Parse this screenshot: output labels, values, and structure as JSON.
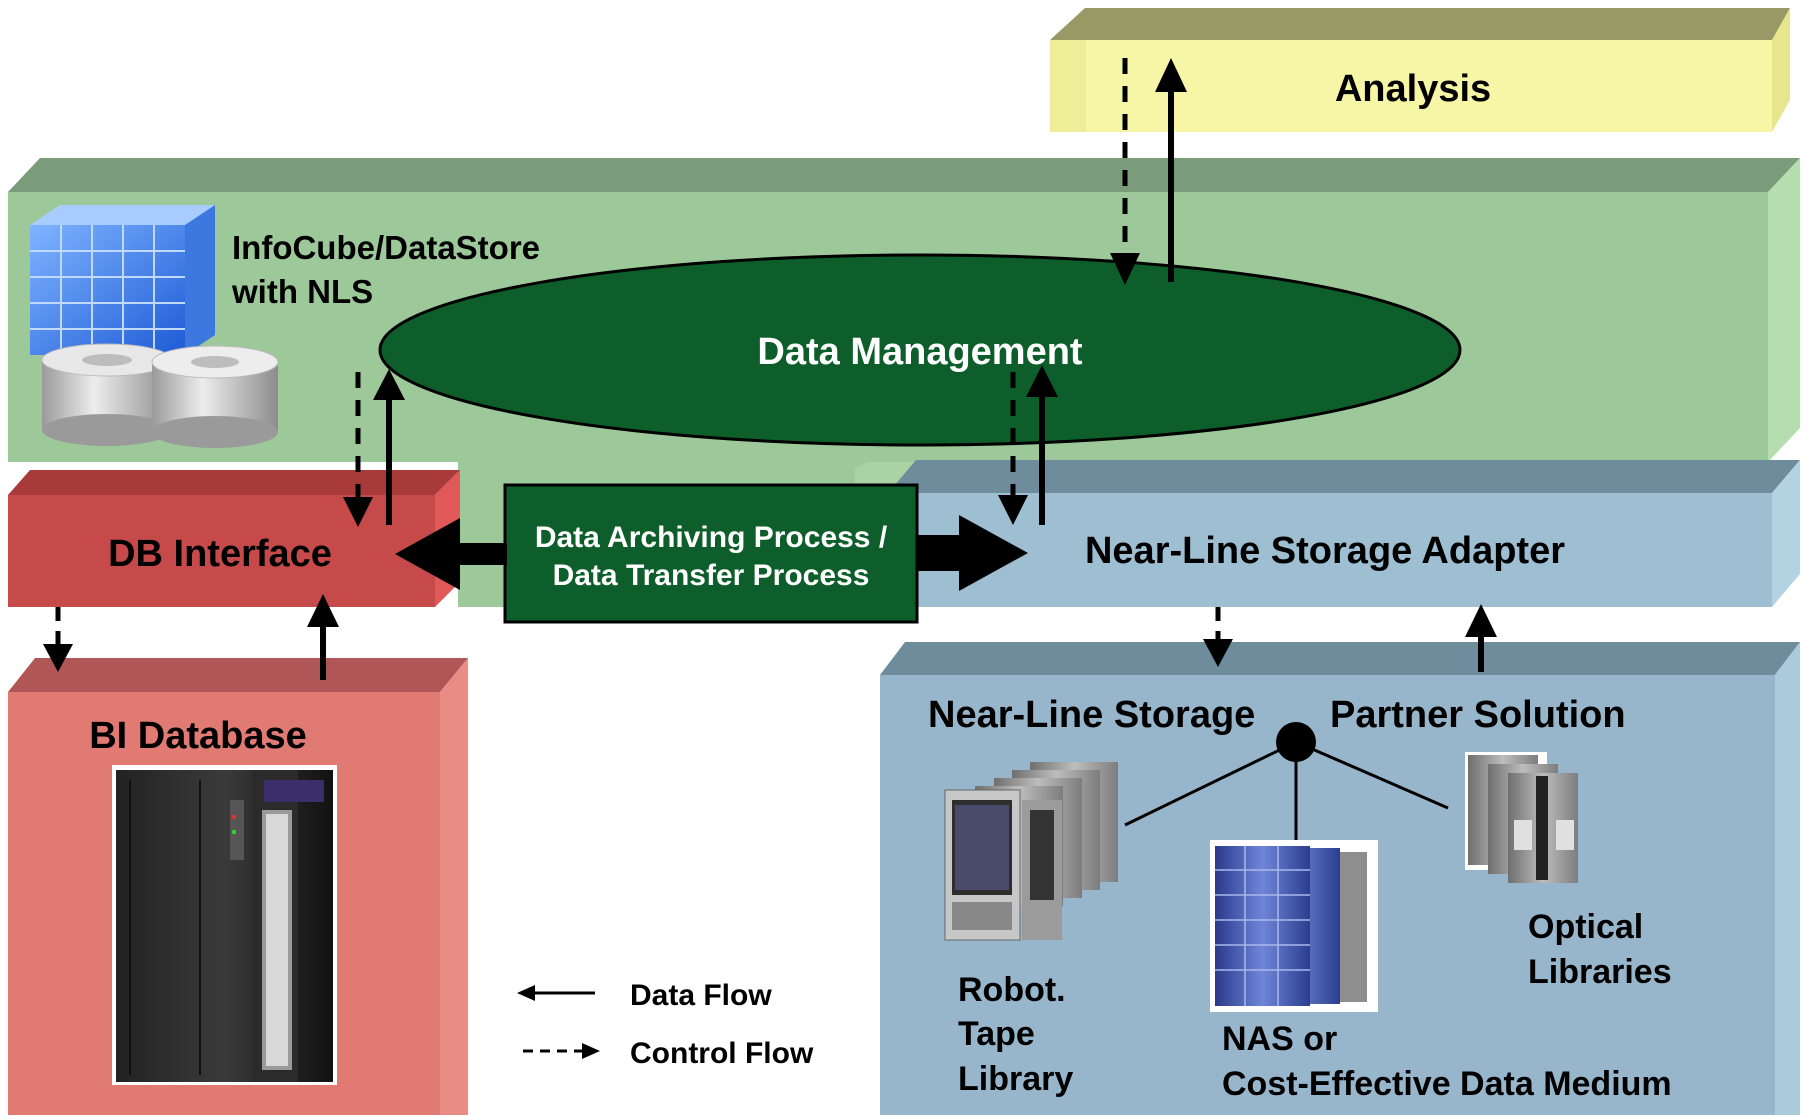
{
  "labels": {
    "analysis": "Analysis",
    "infocube_line1": "InfoCube/DataStore",
    "infocube_line2": "with NLS",
    "data_management": "Data Management",
    "db_interface": "DB Interface",
    "process_line1": "Data Archiving Process /",
    "process_line2": "Data Transfer Process",
    "nls_adapter": "Near-Line Storage Adapter",
    "bi_database": "BI Database",
    "nls_title_left": "Near-Line Storage",
    "nls_title_right": "Partner Solution",
    "robot_line1": "Robot.",
    "robot_line2": "Tape",
    "robot_line3": "Library",
    "nas_line1": "NAS or",
    "nas_line2": "Cost-Effective Data Medium",
    "optical_line1": "Optical",
    "optical_line2": "Libraries"
  },
  "legend": {
    "data_flow": "Data Flow",
    "control_flow": "Control Flow"
  },
  "icons": {
    "infocube": "cube-stack-icon",
    "database": "disk-cylinders-icon",
    "bi_server": "server-cabinet-icon",
    "tape_library": "tape-library-icon",
    "nas": "nas-storage-icon",
    "optical": "optical-library-icon"
  },
  "colors": {
    "analysis_yellow": "#F6F6A6",
    "nls_green": "#9DC89A",
    "data_management_green": "#0E5E2B",
    "db_interface_red": "#C64A4A",
    "bi_database_red": "#E07A73",
    "adapter_blue": "#9EBFD1",
    "storage_blue": "#97B6CB"
  }
}
